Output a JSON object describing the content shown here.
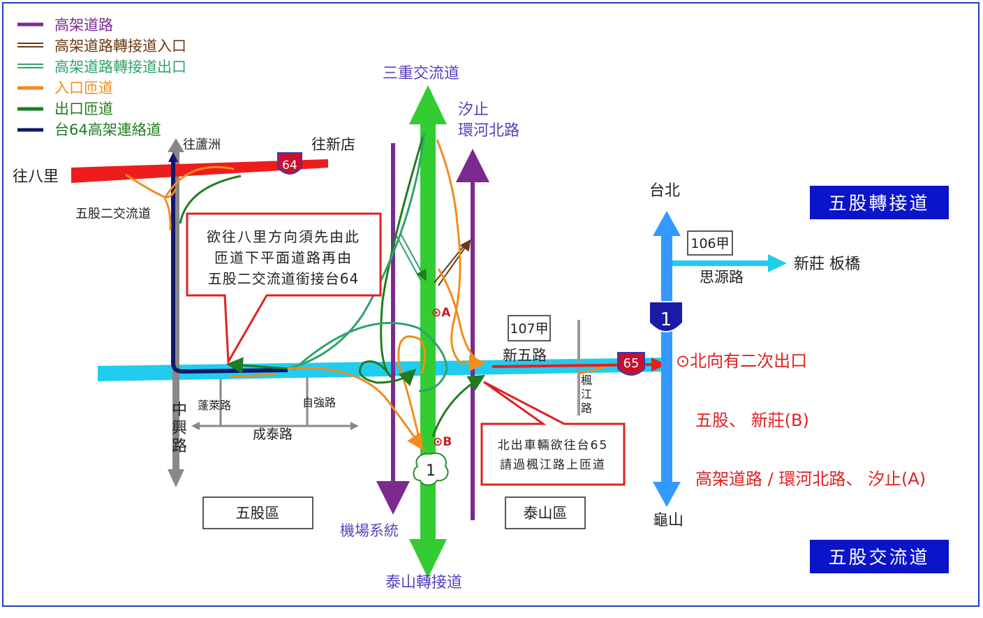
{
  "legend": [
    {
      "label": "高架道路",
      "color": "#7b2a8f"
    },
    {
      "label": "高架道路轉接道入口",
      "color": "#6b3a12"
    },
    {
      "label": "高架道路轉接道出口",
      "color": "#2fa36b"
    },
    {
      "label": "入口匝道",
      "color": "#f28c1c"
    },
    {
      "label": "出口匝道",
      "color": "#1f7d1f"
    },
    {
      "label": "台64高架連絡道",
      "color": "#10186b"
    }
  ],
  "places": {
    "sanchong": "三重交流道",
    "xizhi": "汐止",
    "huanhe": "環河北路",
    "luzhou": "往蘆洲",
    "xindian": "往新店",
    "bali": "往八里",
    "wugu2": "五股二交流道",
    "taipei": "台北",
    "xinzhuang_banqiao": "新莊 板橋",
    "siyuan": "思源路",
    "xinwu": "新五路",
    "fengjiang": "楓江路",
    "penglai": "蓬萊路",
    "ziqiang": "自強路",
    "chengtai": "成泰路",
    "zhongxing": "中興路",
    "airport": "機場系統",
    "taishan_jct": "泰山轉接道",
    "guishan": "龜山",
    "a_mark": "⊙A",
    "b_mark": "⊙B"
  },
  "shields": {
    "r64": "64",
    "r65": "65",
    "r1_blue": "1",
    "r1_white": "1"
  },
  "route_boxes": {
    "r106": "106甲",
    "r107": "107甲"
  },
  "district_boxes": {
    "wugu": "五股區",
    "taishan": "泰山區"
  },
  "title_boxes": {
    "transfer": "五股轉接道",
    "interchange": "五股交流道"
  },
  "callouts": {
    "left": [
      "欲往八里方向須先由此",
      "匝道下平面道路再由",
      "五股二交流道銜接台64"
    ],
    "right": [
      "北出車輛欲往台65",
      "請過楓江路上匝道"
    ]
  },
  "exit_notes": {
    "north_exit": "⊙北向有二次出口",
    "b_exit": "五股、 新莊(B)",
    "a_exit": "高架道路 / 環河北路、 汐止(A)"
  },
  "colors": {
    "elevated": "#7b2a8f",
    "highway1": "#33cc33",
    "cyan_road": "#22ccee",
    "blue_road": "#3399ff",
    "red_road": "#ee1c1c",
    "gray_road": "#888888",
    "navy_title": "#0a14c8",
    "callout_red": "#e02020",
    "label_purple": "#5a3fbf"
  }
}
